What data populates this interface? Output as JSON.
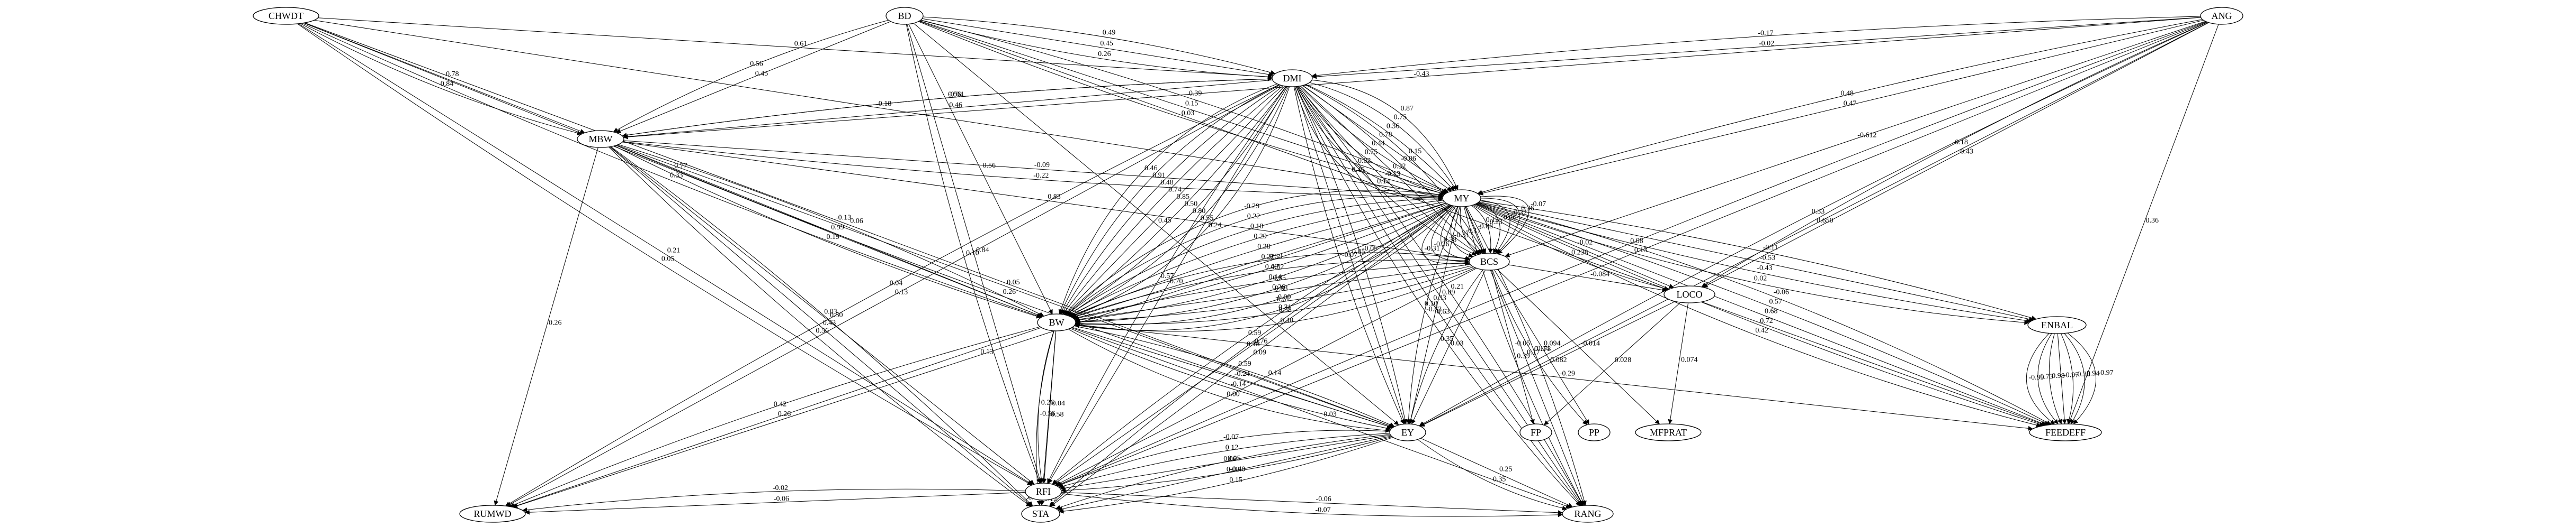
{
  "graph": {
    "nodes": [
      {
        "id": "CHWDT",
        "label": "CHWDT"
      },
      {
        "id": "BD",
        "label": "BD"
      },
      {
        "id": "ANG",
        "label": "ANG"
      },
      {
        "id": "DMI",
        "label": "DMI"
      },
      {
        "id": "MBW",
        "label": "MBW"
      },
      {
        "id": "MY",
        "label": "MY"
      },
      {
        "id": "BCS",
        "label": "BCS"
      },
      {
        "id": "BW",
        "label": "BW"
      },
      {
        "id": "LOCO",
        "label": "LOCO"
      },
      {
        "id": "ENBAL",
        "label": "ENBAL"
      },
      {
        "id": "EY",
        "label": "EY"
      },
      {
        "id": "FP",
        "label": "FP"
      },
      {
        "id": "PP",
        "label": "PP"
      },
      {
        "id": "MFPRAT",
        "label": "MFPRAT"
      },
      {
        "id": "FEEDEFF",
        "label": "FEEDEFF"
      },
      {
        "id": "RFI",
        "label": "RFI"
      },
      {
        "id": "RUMWD",
        "label": "RUMWD"
      },
      {
        "id": "STA",
        "label": "STA"
      },
      {
        "id": "RANG",
        "label": "RANG"
      }
    ],
    "edges": [
      {
        "from": "CHWDT",
        "to": "DMI",
        "label": "0.61"
      },
      {
        "from": "CHWDT",
        "to": "MBW",
        "label": "0.78"
      },
      {
        "from": "CHWDT",
        "to": "MBW",
        "label": "0.84"
      },
      {
        "from": "CHWDT",
        "to": "MY",
        "label": "0.18"
      },
      {
        "from": "CHWDT",
        "to": "BW",
        "label": "0.77"
      },
      {
        "from": "CHWDT",
        "to": "BW",
        "label": "0.33"
      },
      {
        "from": "CHWDT",
        "to": "EY",
        "label": "0.06"
      },
      {
        "from": "CHWDT",
        "to": "RFI",
        "label": "0.21"
      },
      {
        "from": "CHWDT",
        "to": "RFI",
        "label": "0.05"
      },
      {
        "from": "BD",
        "to": "DMI",
        "label": "0.45"
      },
      {
        "from": "BD",
        "to": "DMI",
        "label": "0.26"
      },
      {
        "from": "BD",
        "to": "DMI",
        "label": "0.49"
      },
      {
        "from": "BD",
        "to": "MBW",
        "label": "0.45"
      },
      {
        "from": "BD",
        "to": "MBW",
        "label": "0.56"
      },
      {
        "from": "BD",
        "to": "MY",
        "label": "0.15"
      },
      {
        "from": "BD",
        "to": "MY",
        "label": "0.03"
      },
      {
        "from": "BD",
        "to": "MY",
        "label": "0.39"
      },
      {
        "from": "BD",
        "to": "BW",
        "label": "0.56"
      },
      {
        "from": "BD",
        "to": "EY",
        "label": "0.45"
      },
      {
        "from": "BD",
        "to": "RFI",
        "label": "0.84"
      },
      {
        "from": "BD",
        "to": "RFI",
        "label": "0.10"
      },
      {
        "from": "BD",
        "to": "FEEDEFF",
        "label": "0.12"
      },
      {
        "from": "ANG",
        "to": "DMI",
        "label": "-0.02"
      },
      {
        "from": "ANG",
        "to": "DMI",
        "label": "-0.17"
      },
      {
        "from": "ANG",
        "to": "MBW",
        "label": "-0.43"
      },
      {
        "from": "ANG",
        "to": "MY",
        "label": "0.47"
      },
      {
        "from": "ANG",
        "to": "MY",
        "label": "0.48"
      },
      {
        "from": "ANG",
        "to": "BCS",
        "label": "-0.612"
      },
      {
        "from": "ANG",
        "to": "LOCO",
        "label": "-0.43"
      },
      {
        "from": "ANG",
        "to": "LOCO",
        "label": "-0.18"
      },
      {
        "from": "ANG",
        "to": "EY",
        "label": "0.650"
      },
      {
        "from": "ANG",
        "to": "EY",
        "label": "0.33"
      },
      {
        "from": "ANG",
        "to": "FEEDEFF",
        "label": "0.36"
      },
      {
        "from": "ANG",
        "to": "RFI",
        "label": "0.13"
      },
      {
        "from": "ANG",
        "to": "RFI",
        "label": "0.08"
      },
      {
        "from": "DMI",
        "to": "MBW",
        "label": "0.46"
      },
      {
        "from": "DMI",
        "to": "MBW",
        "label": "-0.04"
      },
      {
        "from": "MBW",
        "to": "DMI",
        "label": "0.56"
      },
      {
        "from": "DMI",
        "to": "MY",
        "label": "0.78"
      },
      {
        "from": "DMI",
        "to": "MY",
        "label": "0.44"
      },
      {
        "from": "DMI",
        "to": "MY",
        "label": "0.36"
      },
      {
        "from": "DMI",
        "to": "MY",
        "label": "0.75"
      },
      {
        "from": "DMI",
        "to": "MY",
        "label": "0.75"
      },
      {
        "from": "DMI",
        "to": "MY",
        "label": "0.83"
      },
      {
        "from": "DMI",
        "to": "MY",
        "label": "0.87"
      },
      {
        "from": "DMI",
        "to": "MY",
        "label": "0.46"
      },
      {
        "from": "DMI",
        "to": "BCS",
        "label": "0.32"
      },
      {
        "from": "DMI",
        "to": "BCS",
        "label": "-0.13"
      },
      {
        "from": "DMI",
        "to": "BCS",
        "label": "-0.06"
      },
      {
        "from": "DMI",
        "to": "BCS",
        "label": "0.14"
      },
      {
        "from": "DMI",
        "to": "BCS",
        "label": "0.15"
      },
      {
        "from": "DMI",
        "to": "BW",
        "label": "0.85"
      },
      {
        "from": "DMI",
        "to": "BW",
        "label": "0.74"
      },
      {
        "from": "DMI",
        "to": "BW",
        "label": "0.50"
      },
      {
        "from": "DMI",
        "to": "BW",
        "label": "0.48"
      },
      {
        "from": "DMI",
        "to": "BW",
        "label": "0.80"
      },
      {
        "from": "DMI",
        "to": "BW",
        "label": "0.91"
      },
      {
        "from": "DMI",
        "to": "BW",
        "label": "0.55"
      },
      {
        "from": "DMI",
        "to": "BW",
        "label": "0.46"
      },
      {
        "from": "DMI",
        "to": "BW",
        "label": "0.24"
      },
      {
        "from": "DMI",
        "to": "EY",
        "label": "0.05"
      },
      {
        "from": "DMI",
        "to": "EY",
        "label": "-0.07"
      },
      {
        "from": "DMI",
        "to": "EY",
        "label": "-0.05"
      },
      {
        "from": "DMI",
        "to": "RFI",
        "label": "0.70"
      },
      {
        "from": "DMI",
        "to": "RFI",
        "label": "0.57"
      },
      {
        "from": "DMI",
        "to": "RUMWD",
        "label": "0.13"
      },
      {
        "from": "DMI",
        "to": "RUMWD",
        "label": "0.04"
      },
      {
        "from": "DMI",
        "to": "RANG",
        "label": "0.89"
      },
      {
        "from": "DMI",
        "to": "RANG",
        "label": "0.33"
      },
      {
        "from": "DMI",
        "to": "RANG",
        "label": "0.21"
      },
      {
        "from": "DMI",
        "to": "RANG",
        "label": "0.10"
      },
      {
        "from": "MBW",
        "to": "MY",
        "label": "-0.09"
      },
      {
        "from": "MBW",
        "to": "MY",
        "label": "-0.22"
      },
      {
        "from": "MBW",
        "to": "BCS",
        "label": "0.83"
      },
      {
        "from": "MBW",
        "to": "BW",
        "label": "0.99"
      },
      {
        "from": "MBW",
        "to": "BW",
        "label": "0.19"
      },
      {
        "from": "MBW",
        "to": "BW",
        "label": "-0.13"
      },
      {
        "from": "MBW",
        "to": "EY",
        "label": "0.05"
      },
      {
        "from": "MBW",
        "to": "EY",
        "label": "0.26"
      },
      {
        "from": "MBW",
        "to": "RFI",
        "label": "0.03"
      },
      {
        "from": "MBW",
        "to": "RUMWD",
        "label": "0.26"
      },
      {
        "from": "MBW",
        "to": "STA",
        "label": "0.43"
      },
      {
        "from": "MBW",
        "to": "STA",
        "label": "0.56"
      },
      {
        "from": "MBW",
        "to": "STA",
        "label": "0.50"
      },
      {
        "from": "MY",
        "to": "BCS",
        "label": "-0.08"
      },
      {
        "from": "MY",
        "to": "BCS",
        "label": "-0.17"
      },
      {
        "from": "MY",
        "to": "BCS",
        "label": "0.23"
      },
      {
        "from": "MY",
        "to": "BCS",
        "label": "-0.31"
      },
      {
        "from": "MY",
        "to": "BCS",
        "label": "-0.06"
      },
      {
        "from": "MY",
        "to": "BCS",
        "label": "0.38"
      },
      {
        "from": "MY",
        "to": "BCS",
        "label": "-0.32"
      },
      {
        "from": "MY",
        "to": "BCS",
        "label": "-0.36"
      },
      {
        "from": "MY",
        "to": "BCS",
        "label": "0.36"
      },
      {
        "from": "MY",
        "to": "BCS",
        "label": "-0.31"
      },
      {
        "from": "MY",
        "to": "BCS",
        "label": "-0.07"
      },
      {
        "from": "MY",
        "to": "BW",
        "label": "0.22"
      },
      {
        "from": "MY",
        "to": "BW",
        "label": "0.38"
      },
      {
        "from": "MY",
        "to": "BW",
        "label": "0.40"
      },
      {
        "from": "MY",
        "to": "BW",
        "label": "0.29"
      },
      {
        "from": "MY",
        "to": "BW",
        "label": "0.14"
      },
      {
        "from": "MY",
        "to": "BW",
        "label": "0.18"
      },
      {
        "from": "MY",
        "to": "BW",
        "label": "0.26"
      },
      {
        "from": "MY",
        "to": "BW",
        "label": "0.22"
      },
      {
        "from": "MY",
        "to": "BW",
        "label": "-0.09"
      },
      {
        "from": "MY",
        "to": "BW",
        "label": "-0.29"
      },
      {
        "from": "MY",
        "to": "BW",
        "label": "0.31"
      },
      {
        "from": "MY",
        "to": "LOCO",
        "label": "-0.02"
      },
      {
        "from": "MY",
        "to": "LOCO",
        "label": "0.238"
      },
      {
        "from": "MY",
        "to": "ENBAL",
        "label": "-0.53"
      },
      {
        "from": "MY",
        "to": "ENBAL",
        "label": "-0.43"
      },
      {
        "from": "MY",
        "to": "ENBAL",
        "label": "-0.11"
      },
      {
        "from": "MY",
        "to": "ENBAL",
        "label": "0.02"
      },
      {
        "from": "MY",
        "to": "EY",
        "label": "0.63"
      },
      {
        "from": "MY",
        "to": "EY",
        "label": "-0.63"
      },
      {
        "from": "MY",
        "to": "FEEDEFF",
        "label": "0.68"
      },
      {
        "from": "MY",
        "to": "FEEDEFF",
        "label": "0.72"
      },
      {
        "from": "MY",
        "to": "FEEDEFF",
        "label": "0.57"
      },
      {
        "from": "MY",
        "to": "FEEDEFF",
        "label": "0.42"
      },
      {
        "from": "MY",
        "to": "FEEDEFF",
        "label": "-0.06"
      },
      {
        "from": "MY",
        "to": "RFI",
        "label": "0.76"
      },
      {
        "from": "MY",
        "to": "RFI",
        "label": "0.59"
      },
      {
        "from": "MY",
        "to": "RUMWD",
        "label": "0.13"
      },
      {
        "from": "MY",
        "to": "STA",
        "label": "0.09"
      },
      {
        "from": "MY",
        "to": "STA",
        "label": "0.18"
      },
      {
        "from": "MY",
        "to": "RANG",
        "label": "0.17"
      },
      {
        "from": "MY",
        "to": "RANG",
        "label": "0.39"
      },
      {
        "from": "MY",
        "to": "RANG",
        "label": "0.14"
      },
      {
        "from": "BCS",
        "to": "BW",
        "label": "0.83"
      },
      {
        "from": "BCS",
        "to": "BW",
        "label": "0.85"
      },
      {
        "from": "BCS",
        "to": "BW",
        "label": "0.61"
      },
      {
        "from": "BCS",
        "to": "BW",
        "label": "0.52"
      },
      {
        "from": "BCS",
        "to": "BW",
        "label": "0.58"
      },
      {
        "from": "BCS",
        "to": "BW",
        "label": "0.59"
      },
      {
        "from": "BCS",
        "to": "BW",
        "label": "0.48"
      },
      {
        "from": "BCS",
        "to": "LOCO",
        "label": "-0.084"
      },
      {
        "from": "BCS",
        "to": "EY",
        "label": "0.03"
      },
      {
        "from": "BCS",
        "to": "EY",
        "label": "0.35"
      },
      {
        "from": "BCS",
        "to": "FP",
        "label": "-0.05"
      },
      {
        "from": "BCS",
        "to": "PP",
        "label": "0.094"
      },
      {
        "from": "BCS",
        "to": "PP",
        "label": "0.173"
      },
      {
        "from": "BCS",
        "to": "MFPRAT",
        "label": "-0.014"
      },
      {
        "from": "BCS",
        "to": "RFI",
        "label": "0.14"
      },
      {
        "from": "LOCO",
        "to": "FP",
        "label": "0.028"
      },
      {
        "from": "LOCO",
        "to": "MFPRAT",
        "label": "0.074"
      },
      {
        "from": "LOCO",
        "to": "EY",
        "label": "0.082"
      },
      {
        "from": "ENBAL",
        "to": "FEEDEFF",
        "label": "-0.97"
      },
      {
        "from": "ENBAL",
        "to": "FEEDEFF",
        "label": "0.98"
      },
      {
        "from": "ENBAL",
        "to": "FEEDEFF",
        "label": "-0.38"
      },
      {
        "from": "ENBAL",
        "to": "FEEDEFF",
        "label": "0.73"
      },
      {
        "from": "ENBAL",
        "to": "FEEDEFF",
        "label": "0.94"
      },
      {
        "from": "ENBAL",
        "to": "FEEDEFF",
        "label": "-0.99"
      },
      {
        "from": "ENBAL",
        "to": "FEEDEFF",
        "label": "-0.97"
      },
      {
        "from": "BW",
        "to": "EY",
        "label": "-0.24"
      },
      {
        "from": "BW",
        "to": "EY",
        "label": "-0.14"
      },
      {
        "from": "BW",
        "to": "EY",
        "label": "0.59"
      },
      {
        "from": "BW",
        "to": "EY",
        "label": "0.00"
      },
      {
        "from": "BW",
        "to": "FEEDEFF",
        "label": "-0.29"
      },
      {
        "from": "BW",
        "to": "RFI",
        "label": "0.04"
      },
      {
        "from": "BW",
        "to": "RFI",
        "label": "0.26"
      },
      {
        "from": "BW",
        "to": "RUMWD",
        "label": "0.26"
      },
      {
        "from": "BW",
        "to": "RUMWD",
        "label": "0.42"
      },
      {
        "from": "BW",
        "to": "STA",
        "label": "0.58"
      },
      {
        "from": "BW",
        "to": "STA",
        "label": "-0.56"
      },
      {
        "from": "BW",
        "to": "RANG",
        "label": "0.03"
      },
      {
        "from": "EY",
        "to": "RFI",
        "label": "0.05"
      },
      {
        "from": "EY",
        "to": "RFI",
        "label": "0.12"
      },
      {
        "from": "EY",
        "to": "RFI",
        "label": "-0.40"
      },
      {
        "from": "EY",
        "to": "RFI",
        "label": "-0.07"
      },
      {
        "from": "EY",
        "to": "STA",
        "label": "0.08"
      },
      {
        "from": "EY",
        "to": "STA",
        "label": "0.06"
      },
      {
        "from": "EY",
        "to": "STA",
        "label": "0.15"
      },
      {
        "from": "EY",
        "to": "RANG",
        "label": "0.25"
      },
      {
        "from": "EY",
        "to": "RANG",
        "label": "0.35"
      },
      {
        "from": "RFI",
        "to": "RUMWD",
        "label": "-0.06"
      },
      {
        "from": "RFI",
        "to": "RUMWD",
        "label": "-0.02"
      },
      {
        "from": "RFI",
        "to": "STA",
        "label": "0.12"
      },
      {
        "from": "RFI",
        "to": "STA",
        "label": "0.43"
      },
      {
        "from": "RFI",
        "to": "RANG",
        "label": "-0.06"
      },
      {
        "from": "RFI",
        "to": "RANG",
        "label": "-0.07"
      }
    ]
  }
}
